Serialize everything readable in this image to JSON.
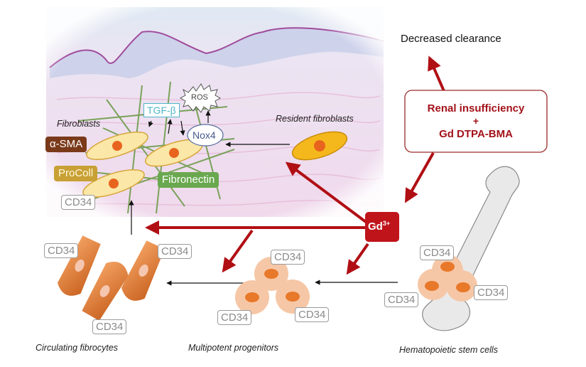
{
  "title_labels": {
    "decreased_clearance": "Decreased clearance",
    "renal_line1": "Renal insufficiency",
    "renal_plus": "+",
    "renal_line2": "Gd DTPA-BMA",
    "gd": "Gd",
    "gd_sup": "3+"
  },
  "skin": {
    "fibroblasts": "Fibroblasts",
    "resident_fibroblasts": "Resident fibroblasts",
    "tgf": "TGF-β",
    "ros": "ROS",
    "nox4": "Nox4",
    "asma": "α-SMA",
    "procoll": "ProColl",
    "fibronectin": "Fibronectin",
    "cd34": "CD34"
  },
  "cells": {
    "circulating_fibrocytes": "Circulating fibrocytes",
    "multipotent_progenitors": "Multipotent progenitors",
    "hematopoietic_stem_cells": "Hematopoietic stem cells",
    "marker": "CD34"
  },
  "colors": {
    "dark_red": "#b00f14",
    "asma": "#7a3a1a",
    "procoll": "#c8a034",
    "fibronectin": "#6aa84f",
    "tgf": "#4fb6c9",
    "fibrocyte": "#e8823a",
    "progenitor": "#f6c7a6"
  }
}
